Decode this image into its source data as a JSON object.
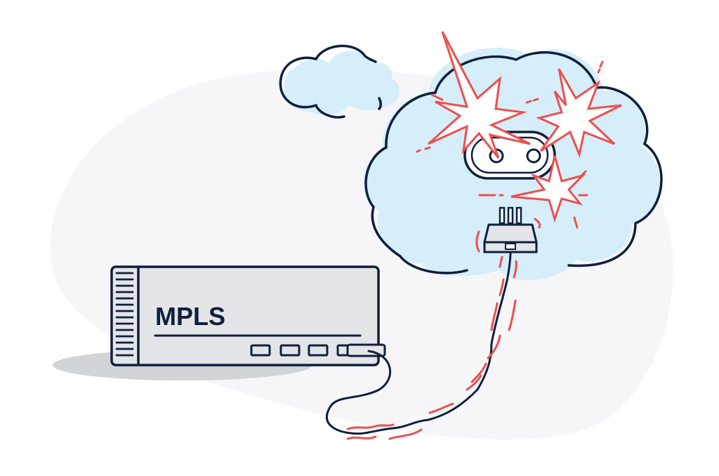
{
  "illustration": {
    "device_label": "MPLS",
    "colors": {
      "background": "#ffffff",
      "backdrop_blob": "#f6f6f8",
      "outline": "#0f1f3d",
      "cloud_fill": "#d6eefa",
      "device_fill": "#e4e5e8",
      "device_shadow": "#d3d4d7",
      "spark_red": "#ec4f4f",
      "spark_fill": "#ffffff"
    },
    "elements": [
      "backdrop-blob",
      "small-cloud",
      "large-cloud",
      "power-socket",
      "explosion-sparks",
      "unplugged-connector",
      "mpls-device",
      "vibrating-cable"
    ],
    "device_ports": 4
  }
}
